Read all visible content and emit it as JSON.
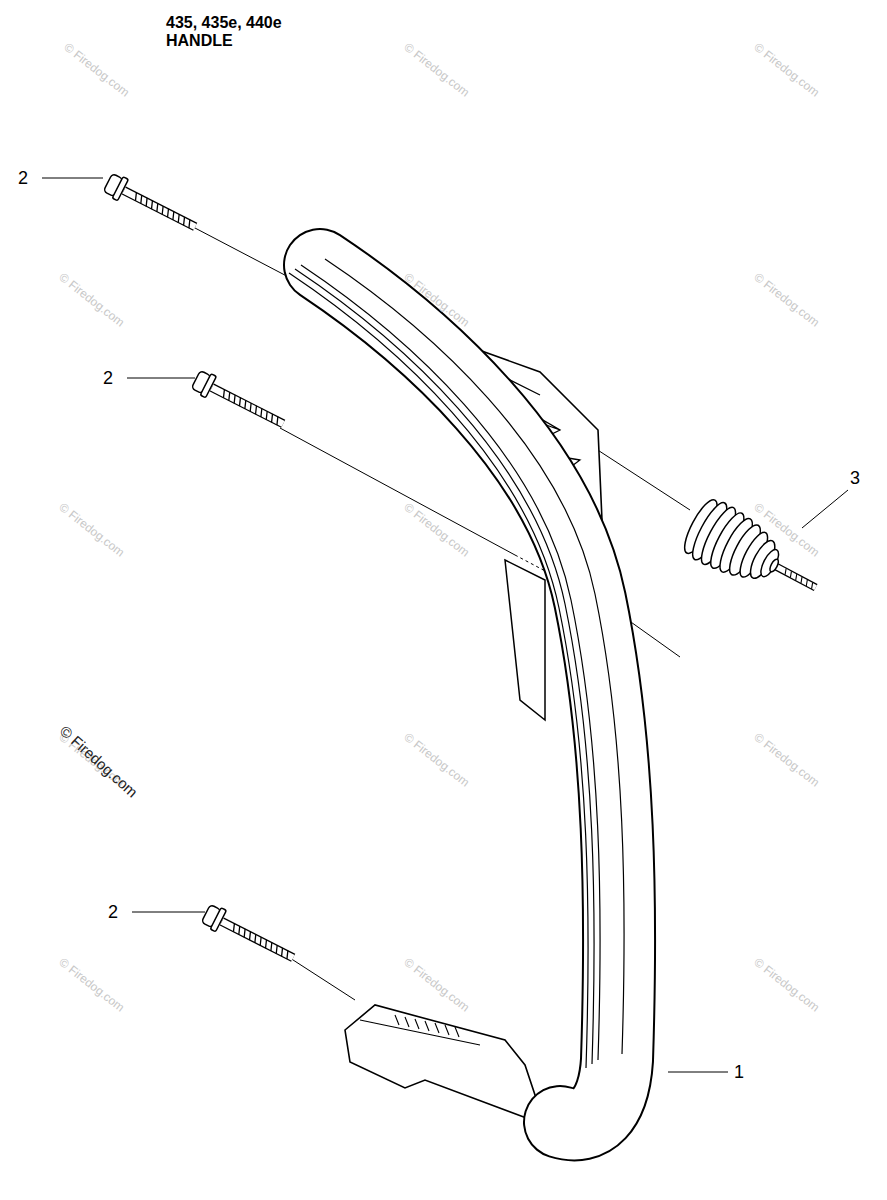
{
  "diagram": {
    "title": "435, 435e, 440e HANDLE",
    "labels": [
      "2",
      "2",
      "2",
      "3",
      "1",
      "© Firedog.com",
      "© Firedog.com",
      "© Firedog.com",
      "© Firedog.com",
      "© Firedog.com",
      "© Firedog.com",
      "© Firedog.com",
      "© Firedog.com",
      "© Firedog.com",
      "© Firedog.com",
      "© Firedog.com",
      "© Firedog.com",
      "© Firedog.com",
      "© Firedog.com",
      "© Firedog.com",
      "© Firedog.com"
    ]
  }
}
